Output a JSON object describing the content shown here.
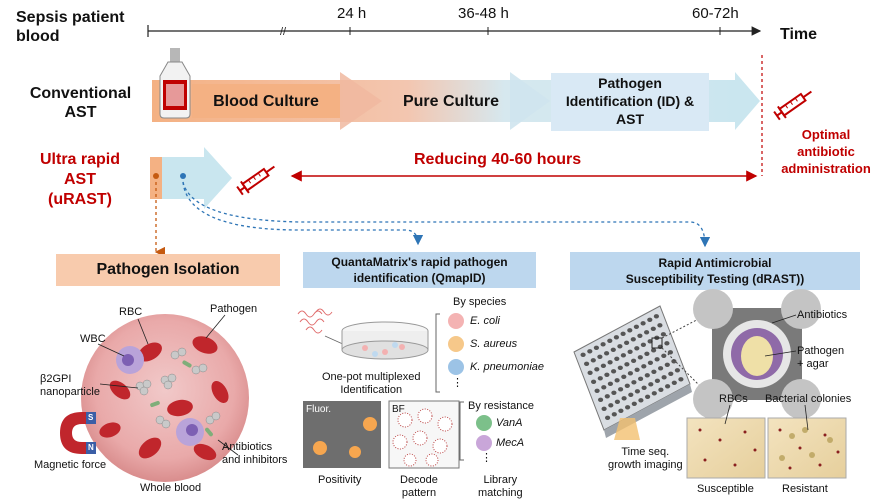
{
  "timeline": {
    "row_label": "Sepsis patient blood",
    "ticks": [
      "24 h",
      "36-48 h",
      "60-72h"
    ],
    "axis_label": "Time"
  },
  "conventional": {
    "label": "Conventional AST",
    "stages": [
      "Blood Culture",
      "Pure Culture",
      "Pathogen Identification (ID) & AST"
    ]
  },
  "urast": {
    "label_line1": "Ultra rapid",
    "label_line2": "AST",
    "label_line3": "(uRAST)",
    "reducing": "Reducing 40-60 hours",
    "optimal": "Optimal antibiotic administration"
  },
  "isolation": {
    "title": "Pathogen Isolation",
    "labels": {
      "rbc": "RBC",
      "pathogen": "Pathogen",
      "wbc": "WBC",
      "nanoparticle_l1": "β2GPI",
      "nanoparticle_l2": "nanoparticle",
      "magnetic": "Magnetic force",
      "whole_blood": "Whole blood",
      "antibiotics_l1": "Antibiotics",
      "antibiotics_l2": "and inhibitors",
      "magnet_s": "S",
      "magnet_n": "N"
    }
  },
  "qmapid": {
    "title_l1": "QuantaMatrix's rapid pathogen",
    "title_l2": "identification (QmapID)",
    "by_species": "By species",
    "species": [
      "E. coli",
      "S. aureus",
      "K. pneumoniae"
    ],
    "onepot_l1": "One-pot multiplexed",
    "onepot_l2": "Identification",
    "fluor": "Fluor.",
    "bf": "BF",
    "by_resistance": "By resistance",
    "resistance": [
      "VanA",
      "MecA"
    ],
    "positivity": "Positivity",
    "decode_l1": "Decode",
    "decode_l2": "pattern",
    "library_l1": "Library",
    "library_l2": "matching",
    "ellipsis": "⋮"
  },
  "drast": {
    "title_l1": "Rapid Antimicrobial",
    "title_l2": "Susceptibility Testing (dRAST))",
    "antibiotics": "Antibiotics",
    "pathogen_agar_l1": "Pathogen",
    "pathogen_agar_l2": "+ agar",
    "rbcs": "RBCs",
    "colonies": "Bacterial colonies",
    "timeseq_l1": "Time seq.",
    "timeseq_l2": "growth imaging",
    "susceptible": "Susceptible",
    "resistant": "Resistant"
  },
  "colors": {
    "accent_red": "#c00000",
    "arrow_salmon": "#f4b183",
    "arrow_lightblue": "#c9e6ef",
    "box_peach": "#f8cbad",
    "box_blue": "#bdd7ee",
    "dashed_blue": "#2e75b6",
    "dashed_orange": "#c55a11"
  }
}
